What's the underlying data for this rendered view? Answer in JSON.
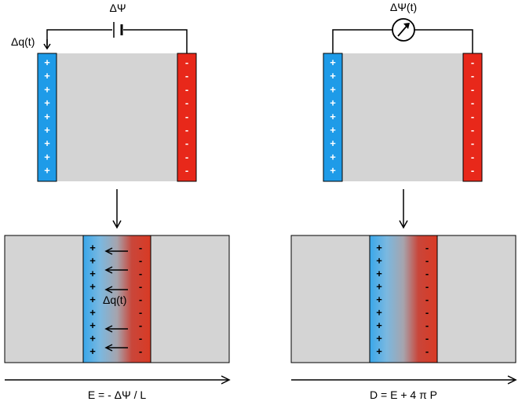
{
  "left": {
    "battery_label": "ΔΨ",
    "charge_label": "Δq(t)",
    "equation": "E = - ΔΨ / L"
  },
  "right": {
    "meter_label": "ΔΨ(t)",
    "equation": "D = E + 4 π P"
  },
  "signs": {
    "plus": "+",
    "minus": "-"
  },
  "colors": {
    "positive_plate": "#1e9be8",
    "negative_plate": "#e8281a",
    "dielectric": "#d4d4d4"
  }
}
